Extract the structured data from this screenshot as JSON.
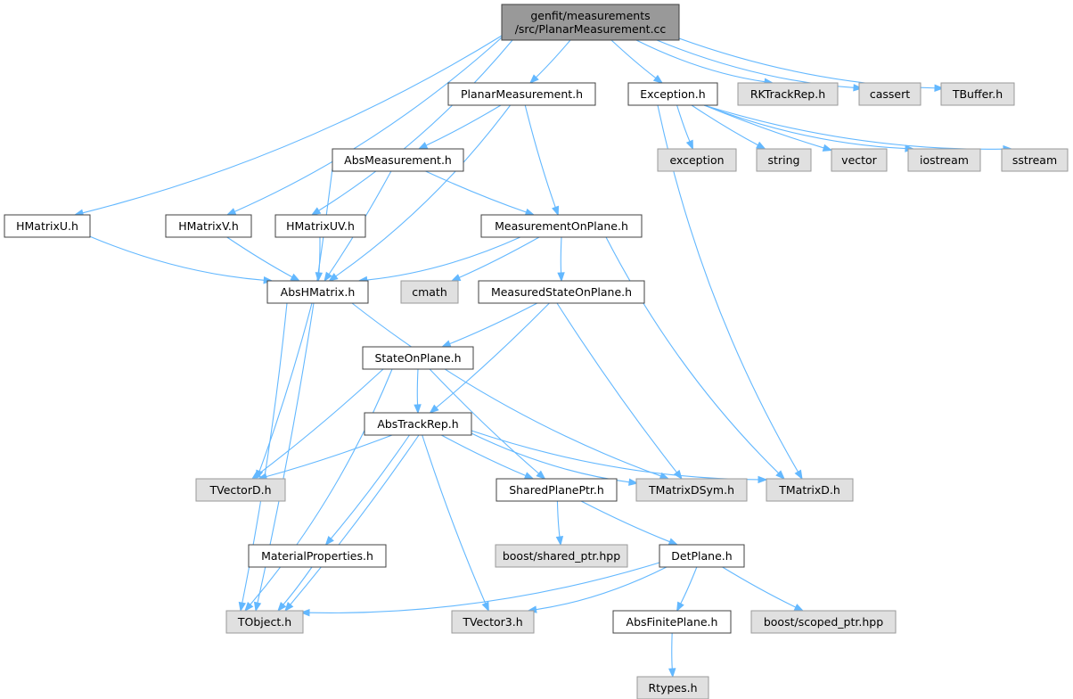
{
  "graph": {
    "colors": {
      "root_fill": "#999999",
      "local_fill": "#ffffff",
      "external_fill": "#e0e0e0",
      "border_dark": "#404040",
      "border_external": "#999999",
      "edge": "#63b8ff",
      "text": "#000000"
    },
    "nodes": [
      {
        "id": "root",
        "kind": "root",
        "lines": [
          "genfit/measurements",
          "/src/PlanarMeasurement.cc"
        ]
      },
      {
        "id": "planarmeasurement_h",
        "kind": "local",
        "lines": [
          "PlanarMeasurement.h"
        ]
      },
      {
        "id": "exception_h",
        "kind": "local",
        "lines": [
          "Exception.h"
        ]
      },
      {
        "id": "rktrackrep_h",
        "kind": "external",
        "lines": [
          "RKTrackRep.h"
        ]
      },
      {
        "id": "cassert",
        "kind": "external",
        "lines": [
          "cassert"
        ]
      },
      {
        "id": "tbuffer_h",
        "kind": "external",
        "lines": [
          "TBuffer.h"
        ]
      },
      {
        "id": "absmeasurement_h",
        "kind": "local",
        "lines": [
          "AbsMeasurement.h"
        ]
      },
      {
        "id": "exception",
        "kind": "external",
        "lines": [
          "exception"
        ]
      },
      {
        "id": "string",
        "kind": "external",
        "lines": [
          "string"
        ]
      },
      {
        "id": "vector",
        "kind": "external",
        "lines": [
          "vector"
        ]
      },
      {
        "id": "iostream",
        "kind": "external",
        "lines": [
          "iostream"
        ]
      },
      {
        "id": "sstream",
        "kind": "external",
        "lines": [
          "sstream"
        ]
      },
      {
        "id": "hmatrixu_h",
        "kind": "local",
        "lines": [
          "HMatrixU.h"
        ]
      },
      {
        "id": "hmatrixv_h",
        "kind": "local",
        "lines": [
          "HMatrixV.h"
        ]
      },
      {
        "id": "hmatrixuv_h",
        "kind": "local",
        "lines": [
          "HMatrixUV.h"
        ]
      },
      {
        "id": "measurementonplane_h",
        "kind": "local",
        "lines": [
          "MeasurementOnPlane.h"
        ]
      },
      {
        "id": "abshmatrix_h",
        "kind": "local",
        "lines": [
          "AbsHMatrix.h"
        ]
      },
      {
        "id": "cmath",
        "kind": "external",
        "lines": [
          "cmath"
        ]
      },
      {
        "id": "measuredstateonplane_h",
        "kind": "local",
        "lines": [
          "MeasuredStateOnPlane.h"
        ]
      },
      {
        "id": "stateonplane_h",
        "kind": "local",
        "lines": [
          "StateOnPlane.h"
        ]
      },
      {
        "id": "abstrackrep_h",
        "kind": "local",
        "lines": [
          "AbsTrackRep.h"
        ]
      },
      {
        "id": "tvectord_h",
        "kind": "external",
        "lines": [
          "TVectorD.h"
        ]
      },
      {
        "id": "sharedplaneptr_h",
        "kind": "local",
        "lines": [
          "SharedPlanePtr.h"
        ]
      },
      {
        "id": "tmatrixdsym_h",
        "kind": "external",
        "lines": [
          "TMatrixDSym.h"
        ]
      },
      {
        "id": "tmatrixd_h",
        "kind": "external",
        "lines": [
          "TMatrixD.h"
        ]
      },
      {
        "id": "boost_shared_ptr_hpp",
        "kind": "external",
        "lines": [
          "boost/shared_ptr.hpp"
        ]
      },
      {
        "id": "materialproperties_h",
        "kind": "local",
        "lines": [
          "MaterialProperties.h"
        ]
      },
      {
        "id": "detplane_h",
        "kind": "local",
        "lines": [
          "DetPlane.h"
        ]
      },
      {
        "id": "tobject_h",
        "kind": "external",
        "lines": [
          "TObject.h"
        ]
      },
      {
        "id": "tvector3_h",
        "kind": "external",
        "lines": [
          "TVector3.h"
        ]
      },
      {
        "id": "absfiniteplane_h",
        "kind": "local",
        "lines": [
          "AbsFinitePlane.h"
        ]
      },
      {
        "id": "boost_scoped_ptr_hpp",
        "kind": "external",
        "lines": [
          "boost/scoped_ptr.hpp"
        ]
      },
      {
        "id": "rtypes_h",
        "kind": "external",
        "lines": [
          "Rtypes.h"
        ]
      }
    ],
    "edges": [
      [
        "root",
        "planarmeasurement_h"
      ],
      [
        "root",
        "exception_h"
      ],
      [
        "root",
        "rktrackrep_h"
      ],
      [
        "root",
        "cassert"
      ],
      [
        "root",
        "tbuffer_h"
      ],
      [
        "root",
        "hmatrixu_h"
      ],
      [
        "root",
        "hmatrixv_h"
      ],
      [
        "root",
        "hmatrixuv_h"
      ],
      [
        "planarmeasurement_h",
        "absmeasurement_h"
      ],
      [
        "planarmeasurement_h",
        "measurementonplane_h"
      ],
      [
        "planarmeasurement_h",
        "abshmatrix_h"
      ],
      [
        "exception_h",
        "exception"
      ],
      [
        "exception_h",
        "string"
      ],
      [
        "exception_h",
        "vector"
      ],
      [
        "exception_h",
        "iostream"
      ],
      [
        "exception_h",
        "sstream"
      ],
      [
        "exception_h",
        "tmatrixd_h"
      ],
      [
        "absmeasurement_h",
        "measurementonplane_h"
      ],
      [
        "absmeasurement_h",
        "abshmatrix_h"
      ],
      [
        "absmeasurement_h",
        "tobject_h"
      ],
      [
        "hmatrixu_h",
        "abshmatrix_h"
      ],
      [
        "hmatrixv_h",
        "abshmatrix_h"
      ],
      [
        "hmatrixuv_h",
        "abshmatrix_h"
      ],
      [
        "measurementonplane_h",
        "abshmatrix_h"
      ],
      [
        "measurementonplane_h",
        "cmath"
      ],
      [
        "measurementonplane_h",
        "measuredstateonplane_h"
      ],
      [
        "measurementonplane_h",
        "tmatrixd_h"
      ],
      [
        "abshmatrix_h",
        "tvectord_h"
      ],
      [
        "abshmatrix_h",
        "tmatrixdsym_h"
      ],
      [
        "abshmatrix_h",
        "tobject_h"
      ],
      [
        "measuredstateonplane_h",
        "stateonplane_h"
      ],
      [
        "measuredstateonplane_h",
        "abstrackrep_h"
      ],
      [
        "measuredstateonplane_h",
        "tmatrixdsym_h"
      ],
      [
        "stateonplane_h",
        "abstrackrep_h"
      ],
      [
        "stateonplane_h",
        "tvectord_h"
      ],
      [
        "stateonplane_h",
        "sharedplaneptr_h"
      ],
      [
        "stateonplane_h",
        "tobject_h"
      ],
      [
        "abstrackrep_h",
        "tvectord_h"
      ],
      [
        "abstrackrep_h",
        "sharedplaneptr_h"
      ],
      [
        "abstrackrep_h",
        "tmatrixdsym_h"
      ],
      [
        "abstrackrep_h",
        "tmatrixd_h"
      ],
      [
        "abstrackrep_h",
        "materialproperties_h"
      ],
      [
        "abstrackrep_h",
        "tobject_h"
      ],
      [
        "abstrackrep_h",
        "tvector3_h"
      ],
      [
        "sharedplaneptr_h",
        "boost_shared_ptr_hpp"
      ],
      [
        "sharedplaneptr_h",
        "detplane_h"
      ],
      [
        "materialproperties_h",
        "tobject_h"
      ],
      [
        "detplane_h",
        "tobject_h"
      ],
      [
        "detplane_h",
        "tvector3_h"
      ],
      [
        "detplane_h",
        "absfiniteplane_h"
      ],
      [
        "detplane_h",
        "boost_scoped_ptr_hpp"
      ],
      [
        "absfiniteplane_h",
        "rtypes_h"
      ]
    ]
  }
}
